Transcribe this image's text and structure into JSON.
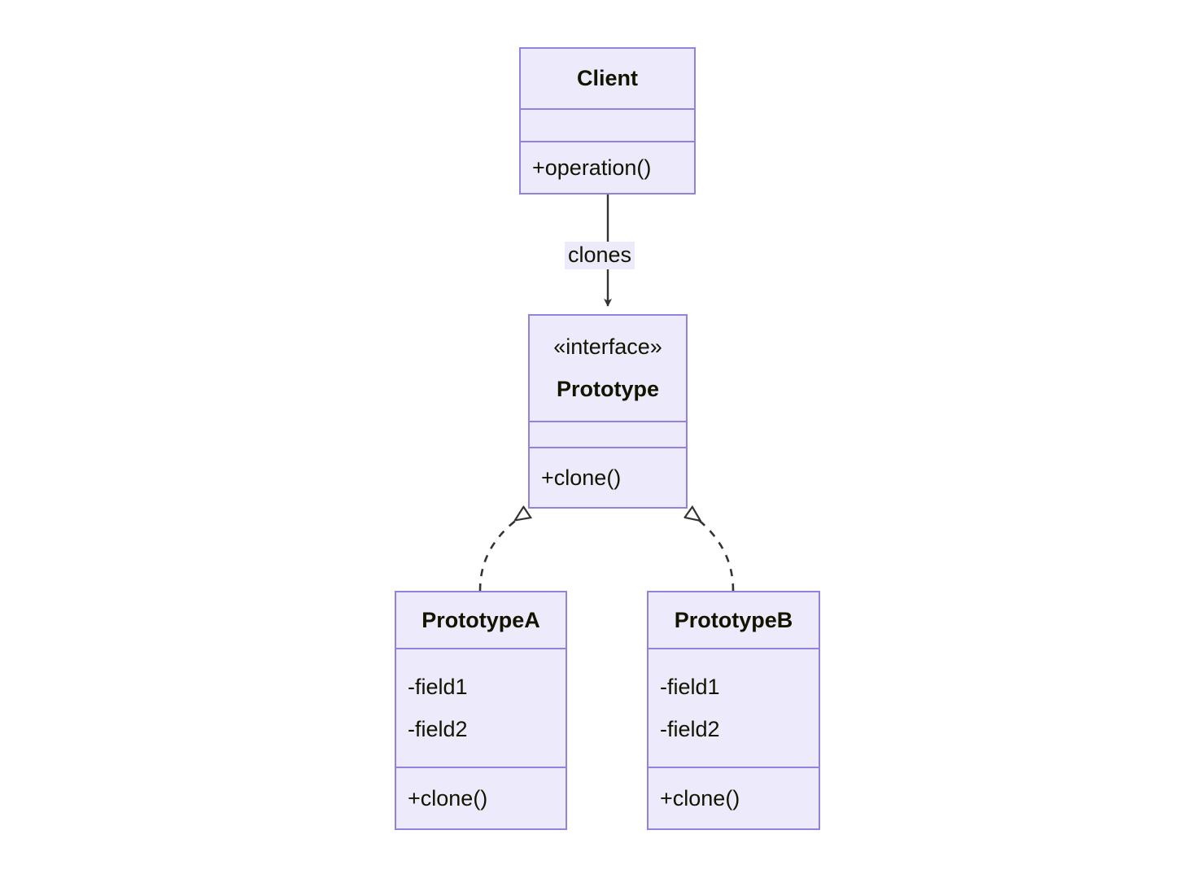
{
  "diagram": {
    "type": "uml-class-diagram",
    "title": "Prototype design pattern class diagram",
    "background_color": "#FFFFFF",
    "node_fill": "#ECEAFB",
    "node_border": "#9580DC",
    "text_color": "#131300",
    "edge_color": "#333333"
  },
  "nodes": [
    {
      "id": "client",
      "name": "Client",
      "stereotype": "",
      "attributes": [],
      "methods": [
        "+operation()"
      ]
    },
    {
      "id": "prototype",
      "name": "Prototype",
      "stereotype": "«interface»",
      "attributes": [],
      "methods": [
        "+clone()"
      ]
    },
    {
      "id": "prototypeA",
      "name": "PrototypeA",
      "stereotype": "",
      "attributes": [
        "-field1",
        "-field2"
      ],
      "methods": [
        "+clone()"
      ]
    },
    {
      "id": "prototypeB",
      "name": "PrototypeB",
      "stereotype": "",
      "attributes": [
        "-field1",
        "-field2"
      ],
      "methods": [
        "+clone()"
      ]
    }
  ],
  "edges": [
    {
      "id": "client-clones-prototype",
      "from": "client",
      "to": "prototype",
      "label": "clones",
      "style": "solid",
      "arrow": "filled-arrow"
    },
    {
      "id": "prototypeA-realizes-prototype",
      "from": "prototypeA",
      "to": "prototype",
      "label": "",
      "style": "dashed",
      "arrow": "hollow-triangle"
    },
    {
      "id": "prototypeB-realizes-prototype",
      "from": "prototypeB",
      "to": "prototype",
      "label": "",
      "style": "dashed",
      "arrow": "hollow-triangle"
    }
  ]
}
